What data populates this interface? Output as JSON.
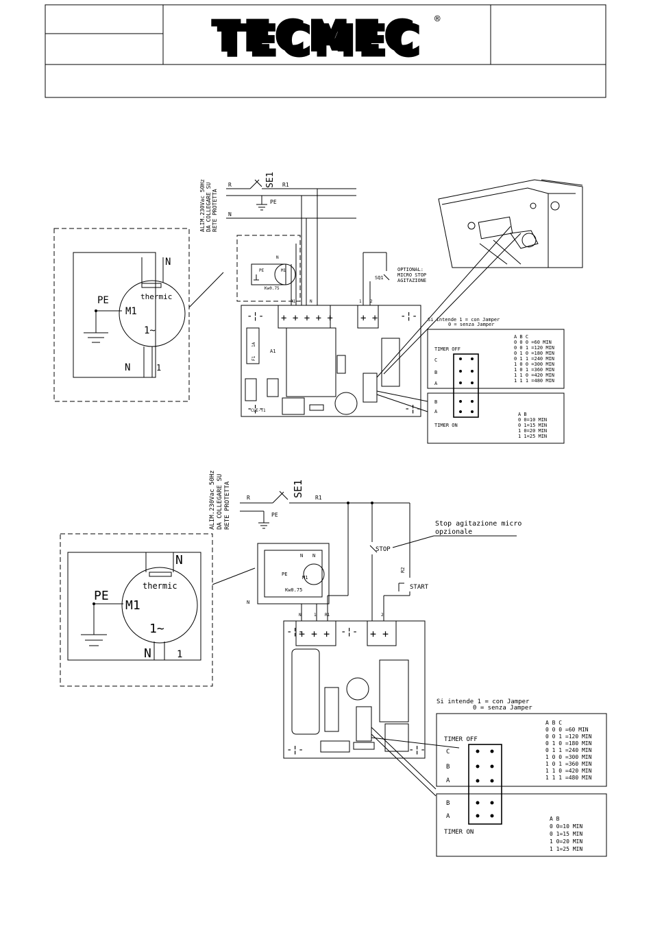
{
  "header": {
    "brand": "TECMEC",
    "registered": "®"
  },
  "schematic_top": {
    "supply": [
      "ALIM.230Vac 50Hz",
      "DA COLLEGARE SU",
      "RETE PROTETTA"
    ],
    "se1": "SE1",
    "r": "R",
    "r1": "R1",
    "pe": "PE",
    "n": "N",
    "sq1": "SQ1",
    "optional": [
      "OPTIONAL:",
      "MICRO STOP",
      "AGITAZIONE"
    ],
    "board": "CLE-T1",
    "a1": "A1",
    "fuse": "F1",
    "fuse_val": "1A",
    "motor_small": [
      "PE",
      "M1",
      "Kw0.75",
      "N"
    ],
    "terminals": [
      "R1",
      "N",
      "1",
      "2"
    ]
  },
  "schematic_bottom": {
    "supply": [
      "ALIM.230Vac 50Hz",
      "DA COLLEGARE SU",
      "RETE PROTETTA"
    ],
    "se1": "SE1",
    "r": "R",
    "r1": "R1",
    "pe": "PE",
    "n": "N",
    "stop": "STOP",
    "start": "START",
    "r2": "R2",
    "stop_note": [
      "Stop agitazione micro",
      "opzionale"
    ],
    "motor_small": [
      "PE",
      "M1",
      "Kw0.75",
      "N"
    ],
    "terminals": [
      "N",
      "1",
      "R1",
      "2"
    ]
  },
  "motor": {
    "thermic": "thermic",
    "pe": "PE",
    "m1": "M1",
    "n": "N",
    "one": "1",
    "phase": "1~"
  },
  "jumper_note": [
    "Si intende 1 = con Jamper",
    "0 = senza Jamper"
  ],
  "timer_off": {
    "title": "TIMER OFF",
    "rows": [
      "C",
      "B",
      "A"
    ],
    "header": "A B C",
    "settings": [
      "0 0 0 =60 MIN",
      "0 0 1 =120 MIN",
      "0 1 0 =180 MIN",
      "0 1 1 =240 MIN",
      "1 0 0 =300 MIN",
      "1 0 1 =360 MIN",
      "1 1 0 =420 MIN",
      "1 1 1 =480 MIN"
    ]
  },
  "timer_on": {
    "title": "TIMER ON",
    "rows": [
      "B",
      "A"
    ],
    "header": "A B",
    "settings": [
      "0 0=10 MIN",
      "0 1=15 MIN",
      "1 0=20 MIN",
      "1 1=25 MIN"
    ]
  }
}
